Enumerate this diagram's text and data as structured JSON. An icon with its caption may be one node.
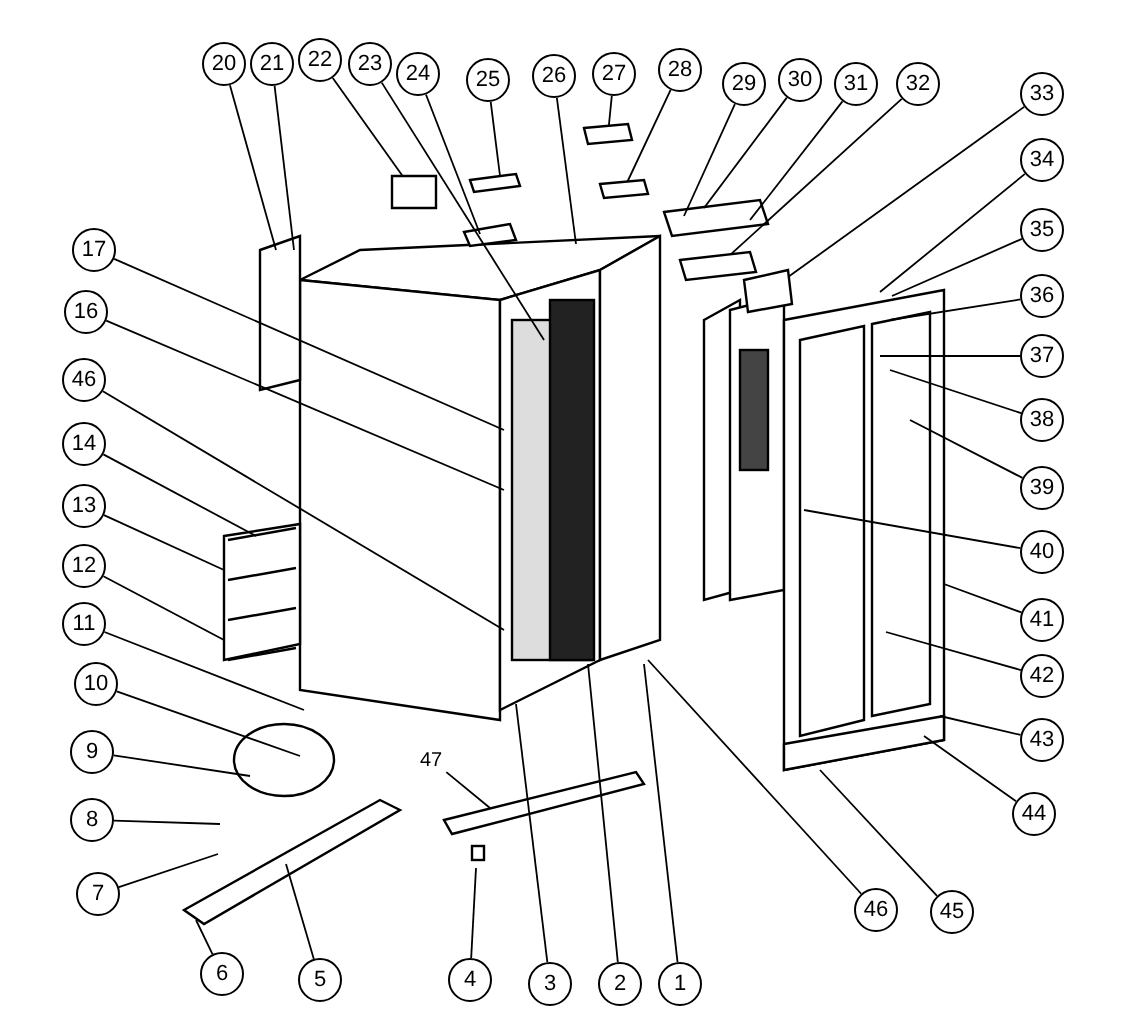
{
  "diagram": {
    "nodes": [
      {
        "text": [
          "20"
        ]
      },
      {
        "text": [
          "21"
        ]
      },
      {
        "text": [
          "22"
        ]
      },
      {
        "text": [
          "23"
        ]
      },
      {
        "text": [
          "24"
        ]
      },
      {
        "text": [
          "25"
        ]
      },
      {
        "text": [
          "26"
        ]
      },
      {
        "text": [
          "27"
        ]
      },
      {
        "text": [
          "28"
        ]
      },
      {
        "text": [
          "29"
        ]
      },
      {
        "text": [
          "30"
        ]
      },
      {
        "text": [
          "31"
        ]
      },
      {
        "text": [
          "32"
        ]
      },
      {
        "text": [
          "33"
        ]
      },
      {
        "text": [
          "34"
        ]
      },
      {
        "text": [
          "35"
        ]
      },
      {
        "text": [
          "36"
        ]
      },
      {
        "text": [
          "37"
        ]
      },
      {
        "text": [
          "38"
        ]
      },
      {
        "text": [
          "39"
        ]
      },
      {
        "text": [
          "40"
        ]
      },
      {
        "text": [
          "41"
        ]
      },
      {
        "text": [
          "42"
        ]
      },
      {
        "text": [
          "43"
        ]
      },
      {
        "text": [
          "44"
        ]
      },
      {
        "text": [
          "17"
        ]
      },
      {
        "text": [
          "16"
        ]
      },
      {
        "text": [
          "46"
        ]
      },
      {
        "text": [
          "14"
        ]
      },
      {
        "text": [
          "13"
        ]
      },
      {
        "text": [
          "12"
        ]
      },
      {
        "text": [
          "11"
        ]
      },
      {
        "text": [
          "10"
        ]
      },
      {
        "text": [
          "9"
        ]
      },
      {
        "text": [
          "8"
        ]
      },
      {
        "text": [
          "7"
        ]
      },
      {
        "text": [
          "47"
        ]
      },
      {
        "text": [
          "6"
        ]
      },
      {
        "text": [
          "5"
        ]
      },
      {
        "text": [
          "4"
        ]
      },
      {
        "text": [
          "3"
        ]
      },
      {
        "text": [
          "2"
        ]
      },
      {
        "text": [
          "1"
        ]
      },
      {
        "text": [
          "46"
        ]
      },
      {
        "text": [
          "45"
        ]
      },
      {
        "text": [],
        "shape": "box"
      },
      {
        "text": [],
        "shape": "box"
      },
      {
        "text": [],
        "shape": "box"
      },
      {
        "text": [],
        "shape": "box"
      },
      {
        "text": [],
        "shape": "box"
      }
    ],
    "edges": [
      {
        "from": 0,
        "to": null,
        "arrow": "none"
      },
      {
        "from": 1,
        "to": null,
        "arrow": "none"
      },
      {
        "from": 2,
        "to": 45,
        "arrow": "none"
      },
      {
        "from": 3,
        "to": null,
        "arrow": "none"
      },
      {
        "from": 4,
        "to": null,
        "arrow": "none"
      },
      {
        "from": 5,
        "to": null,
        "arrow": "none"
      },
      {
        "from": 6,
        "to": null,
        "arrow": "none"
      },
      {
        "from": 7,
        "to": 46,
        "arrow": "none"
      },
      {
        "from": 8,
        "to": 47,
        "arrow": "none"
      },
      {
        "from": 9,
        "to": null,
        "arrow": "none"
      },
      {
        "from": 10,
        "to": null,
        "arrow": "none"
      },
      {
        "from": 11,
        "to": null,
        "arrow": "none"
      },
      {
        "from": 12,
        "to": 48,
        "arrow": "none"
      },
      {
        "from": 13,
        "to": 49,
        "arrow": "none"
      },
      {
        "from": 14,
        "to": null,
        "arrow": "none"
      },
      {
        "from": 15,
        "to": null,
        "arrow": "none"
      },
      {
        "from": 16,
        "to": null,
        "arrow": "none"
      },
      {
        "from": 17,
        "to": null,
        "arrow": "none"
      },
      {
        "from": 18,
        "to": null,
        "arrow": "none"
      },
      {
        "from": 19,
        "to": null,
        "arrow": "none"
      },
      {
        "from": 20,
        "to": null,
        "arrow": "none"
      },
      {
        "from": 21,
        "to": null,
        "arrow": "none"
      },
      {
        "from": 22,
        "to": null,
        "arrow": "none"
      },
      {
        "from": 23,
        "to": null,
        "arrow": "none"
      },
      {
        "from": 24,
        "to": null,
        "arrow": "none"
      },
      {
        "from": 25,
        "to": null,
        "arrow": "none"
      },
      {
        "from": 26,
        "to": null,
        "arrow": "none"
      },
      {
        "from": 27,
        "to": null,
        "arrow": "none"
      },
      {
        "from": 28,
        "to": null,
        "arrow": "none"
      },
      {
        "from": 29,
        "to": null,
        "arrow": "none"
      },
      {
        "from": 30,
        "to": null,
        "arrow": "none"
      },
      {
        "from": 31,
        "to": null,
        "arrow": "none"
      },
      {
        "from": 32,
        "to": null,
        "arrow": "none"
      },
      {
        "from": 33,
        "to": null,
        "arrow": "none"
      },
      {
        "from": 34,
        "to": null,
        "arrow": "none"
      },
      {
        "from": 35,
        "to": null,
        "arrow": "none"
      },
      {
        "from": 36,
        "to": null,
        "arrow": "none"
      },
      {
        "from": 37,
        "to": null,
        "arrow": "none"
      },
      {
        "from": 38,
        "to": null,
        "arrow": "none"
      },
      {
        "from": 39,
        "to": null,
        "arrow": "none"
      },
      {
        "from": 40,
        "to": null,
        "arrow": "none"
      },
      {
        "from": 41,
        "to": null,
        "arrow": "none"
      },
      {
        "from": 42,
        "to": null,
        "arrow": "none"
      },
      {
        "from": 43,
        "to": null,
        "arrow": "none"
      },
      {
        "from": 44,
        "to": null,
        "arrow": "none"
      }
    ]
  }
}
